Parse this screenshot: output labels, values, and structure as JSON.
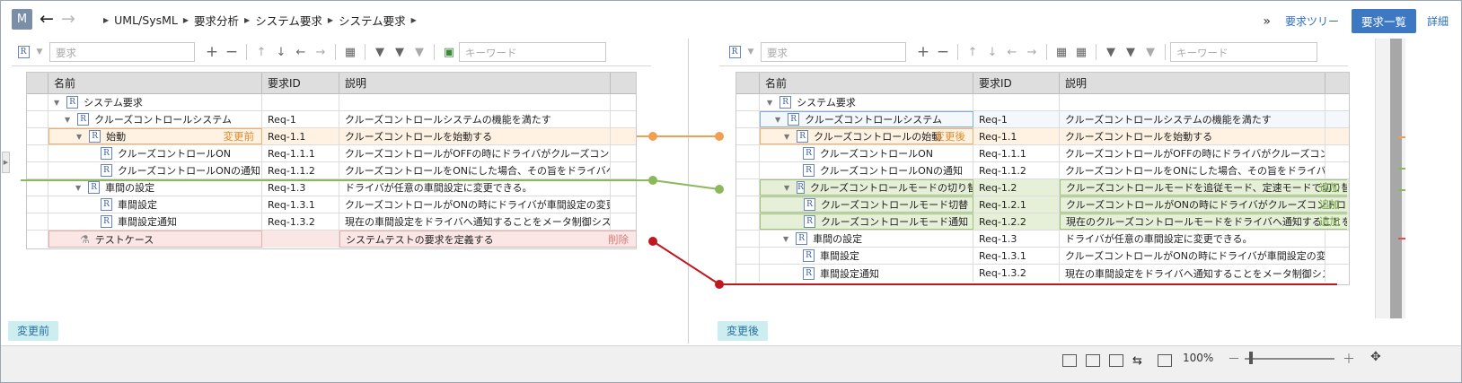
{
  "header": {
    "app_initial": "M",
    "back_glyph": "←",
    "forward_glyph": "→",
    "breadcrumbs": [
      "UML/SysML",
      "要求分析",
      "システム要求",
      "システム要求"
    ],
    "more_glyph": "»",
    "link_tree": "要求ツリー",
    "btn_list": "要求一覧",
    "link_detail": "詳細"
  },
  "toolbar": {
    "filter_placeholder": "要求",
    "keyword_placeholder": "キーワード"
  },
  "columns": {
    "name": "名前",
    "id": "要求ID",
    "desc": "説明"
  },
  "left": {
    "badge": "変更前",
    "rows": [
      {
        "name": "システム要求",
        "id": "",
        "desc": ""
      },
      {
        "name": "クルーズコントロールシステム",
        "id": "Req-1",
        "desc": "クルーズコントロールシステムの機能を満たす"
      },
      {
        "name": "始動",
        "id": "Req-1.1",
        "desc": "クルーズコントロールを始動する",
        "tag": "変更前"
      },
      {
        "name": "クルーズコントロールON",
        "id": "Req-1.1.1",
        "desc": "クルーズコントロールがOFFの時にドライバがクルーズコントロールのONを…"
      },
      {
        "name": "クルーズコントロールONの通知",
        "id": "Req-1.1.2",
        "desc": "クルーズコントロールをONにした場合、その旨をドライバへ通知することを…"
      },
      {
        "name": "車間の設定",
        "id": "Req-1.3",
        "desc": "ドライバが任意の車間設定に変更できる。"
      },
      {
        "name": "車間設定",
        "id": "Req-1.3.1",
        "desc": "クルーズコントロールがONの時にドライバが車間設定の変更を要求した…"
      },
      {
        "name": "車間設定通知",
        "id": "Req-1.3.2",
        "desc": "現在の車間設定をドライバへ通知することをメータ制御システムに要求…"
      },
      {
        "name": "テストケース",
        "id": "",
        "desc": "システムテストの要求を定義する",
        "tag": "削除"
      }
    ]
  },
  "right": {
    "badge": "変更後",
    "rows": [
      {
        "name": "システム要求",
        "id": "",
        "desc": ""
      },
      {
        "name": "クルーズコントロールシステム",
        "id": "Req-1",
        "desc": "クルーズコントロールシステムの機能を満たす"
      },
      {
        "name": "クルーズコントロールの始動",
        "id": "Req-1.1",
        "desc": "クルーズコントロールを始動する",
        "tag": "変更後"
      },
      {
        "name": "クルーズコントロールON",
        "id": "Req-1.1.1",
        "desc": "クルーズコントロールがOFFの時にドライバがクルーズコントロールのON…"
      },
      {
        "name": "クルーズコントロールONの通知",
        "id": "Req-1.1.2",
        "desc": "クルーズコントロールをONにした場合、その旨をドライバへ通知すること…"
      },
      {
        "name": "クルーズコントロールモードの切り替え",
        "id": "Req-1.2",
        "desc": "クルーズコントロールモードを追従モード、定速モードで切り替える",
        "tag": "追加"
      },
      {
        "name": "クルーズコントロールモード切替",
        "id": "Req-1.2.1",
        "desc": "クルーズコントロールがONの時にドライバがクルーズコントロールモード…",
        "tag": "追加"
      },
      {
        "name": "クルーズコントロールモード通知",
        "id": "Req-1.2.2",
        "desc": "現在のクルーズコントロールモードをドライバへ通知することをメータ制…",
        "tag": "追加"
      },
      {
        "name": "車間の設定",
        "id": "Req-1.3",
        "desc": "ドライバが任意の車間設定に変更できる。"
      },
      {
        "name": "車間設定",
        "id": "Req-1.3.1",
        "desc": "クルーズコントロールがONの時にドライバが車間設定の変更を要求し…"
      },
      {
        "name": "車間設定通知",
        "id": "Req-1.3.2",
        "desc": "現在の車間設定をドライバへ通知することをメータ制御システムに要…"
      }
    ]
  },
  "status": {
    "zoom": "100%",
    "minus": "－",
    "plus": "＋"
  },
  "colors": {
    "changed": "#e38a2c",
    "added": "#8cb85c",
    "deleted": "#c0181e"
  }
}
